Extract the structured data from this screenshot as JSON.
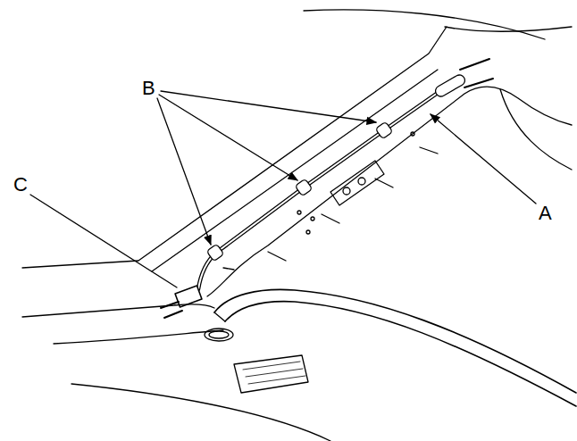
{
  "diagram": {
    "labels": [
      "B",
      "C",
      "A"
    ]
  }
}
